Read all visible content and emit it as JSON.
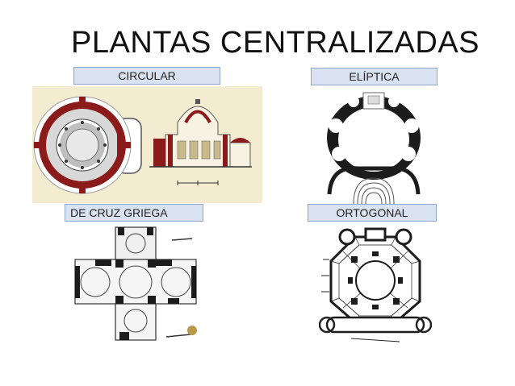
{
  "slide": {
    "title": "PLANTAS CENTRALIZADAS"
  },
  "labels": {
    "circular": "CIRCULAR",
    "eliptica": "ELÍPTICA",
    "cruz_griega": "DE CRUZ GRIEGA",
    "ortogonal": "ORTOGONAL"
  },
  "colors": {
    "label_fill": "#d9e2f1",
    "label_border": "#8ea5cc",
    "circular_bg": "#f3ecd0",
    "wall_red": "#8b1a1a"
  }
}
